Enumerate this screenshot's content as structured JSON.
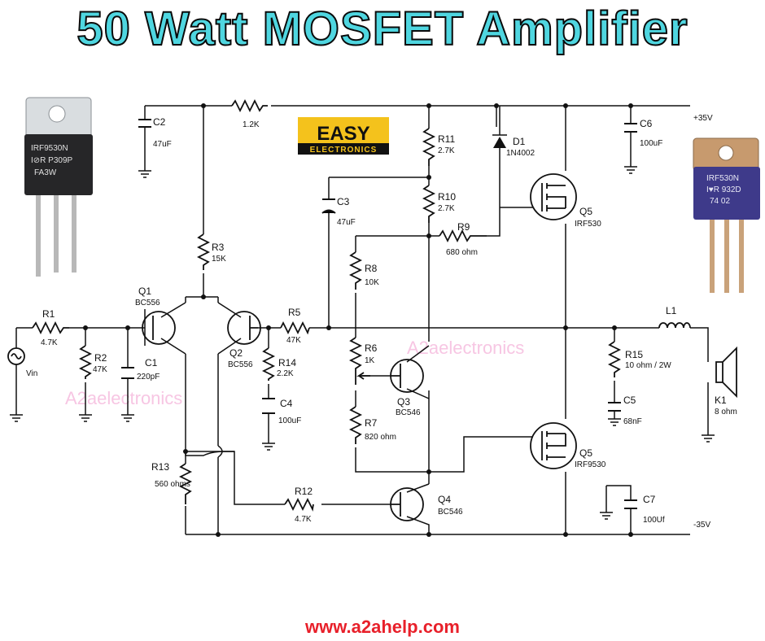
{
  "title": "50 Watt MOSFET Amplifier",
  "footer": "www.a2ahelp.com",
  "logo": {
    "line1": "EASY",
    "line2": "ELECTRONICS",
    "bg": "#f4c21c"
  },
  "watermark": "A2aelectronics",
  "colors": {
    "title_fill": "#4fd6e0",
    "footer": "#e8202a",
    "wire": "#111111"
  },
  "parts": {
    "mosfet_left": {
      "line1": "IRF9530N",
      "line2": "I⊘R P309P",
      "line3": "FA3W"
    },
    "mosfet_right": {
      "line1": "IRF530N",
      "line2": "I♥R 932D",
      "line3": "74  02"
    }
  },
  "rails": {
    "pos": "+35V",
    "neg": "-35V"
  },
  "components": {
    "C2": {
      "ref": "C2",
      "value": "47uF"
    },
    "R_1k2": {
      "ref": "",
      "value": "1.2K"
    },
    "R11": {
      "ref": "R11",
      "value": "2.7K"
    },
    "R10": {
      "ref": "R10",
      "value": "2.7K"
    },
    "D1": {
      "ref": "D1",
      "value": "1N4002"
    },
    "C6": {
      "ref": "C6",
      "value": "100uF"
    },
    "C3": {
      "ref": "C3",
      "value": "47uF"
    },
    "Q5a": {
      "ref": "Q5",
      "value": "IRF530"
    },
    "R9": {
      "ref": "R9",
      "value": "680 ohm"
    },
    "R3": {
      "ref": "R3",
      "value": "15K"
    },
    "R8": {
      "ref": "R8",
      "value": "10K"
    },
    "Q1": {
      "ref": "Q1",
      "value": "BC556"
    },
    "R1": {
      "ref": "R1",
      "value": "4.7K"
    },
    "Q2": {
      "ref": "Q2",
      "value": "BC556"
    },
    "R5": {
      "ref": "R5",
      "value": "47K"
    },
    "L1": {
      "ref": "L1",
      "value": ""
    },
    "R2": {
      "ref": "R2",
      "value": "47K"
    },
    "C1": {
      "ref": "C1",
      "value": "220pF"
    },
    "R14": {
      "ref": "R14",
      "value": "2.2K"
    },
    "R6": {
      "ref": "R6",
      "value": "1K"
    },
    "R15": {
      "ref": "R15",
      "value": "10 ohm / 2W"
    },
    "Vin": {
      "ref": "Vin",
      "value": ""
    },
    "Q3": {
      "ref": "Q3",
      "value": "BC546"
    },
    "C4": {
      "ref": "C4",
      "value": "100uF"
    },
    "C5": {
      "ref": "C5",
      "value": "68nF"
    },
    "K1": {
      "ref": "K1",
      "value": "8 ohm"
    },
    "R7": {
      "ref": "R7",
      "value": "820 ohm"
    },
    "Q5b": {
      "ref": "Q5",
      "value": "IRF9530"
    },
    "R13": {
      "ref": "R13",
      "value": "560 ohms"
    },
    "R12": {
      "ref": "R12",
      "value": "4.7K"
    },
    "Q4": {
      "ref": "Q4",
      "value": "BC546"
    },
    "C7": {
      "ref": "C7",
      "value": "100Uf"
    }
  }
}
